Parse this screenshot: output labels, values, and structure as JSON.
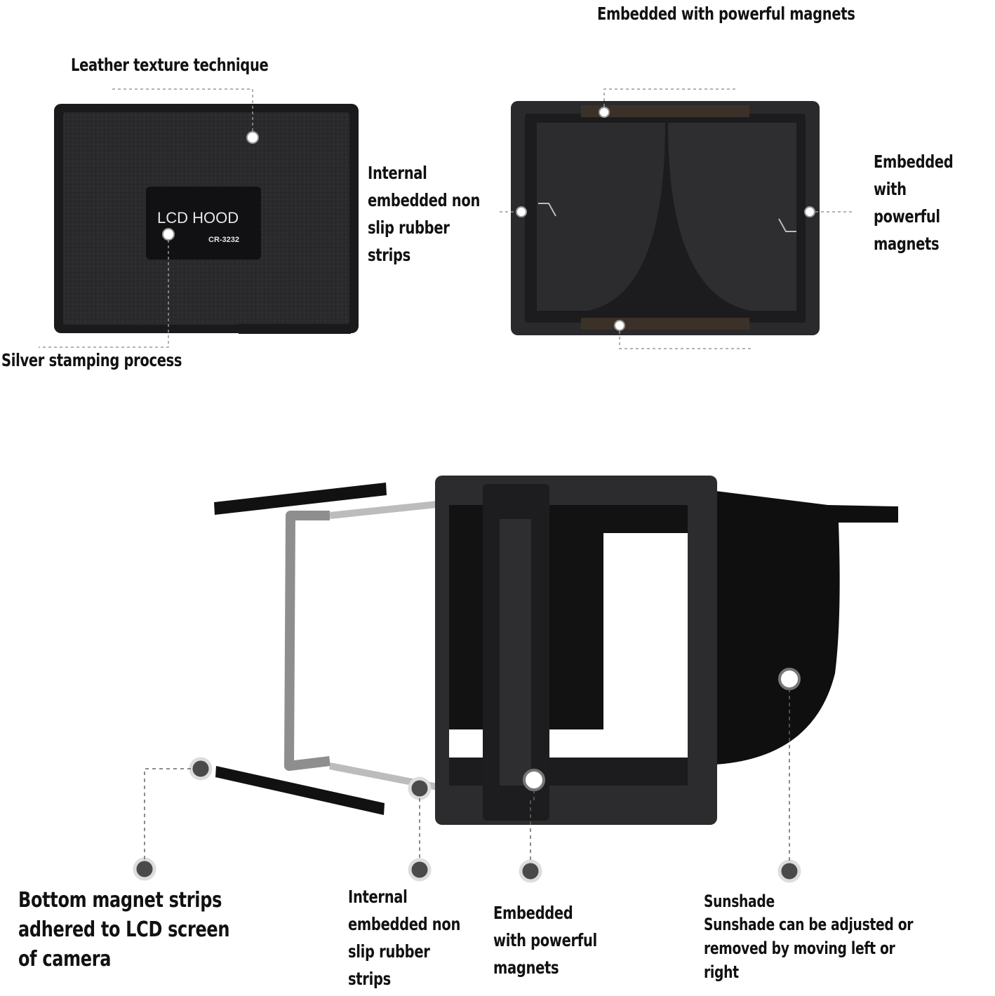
{
  "labels": {
    "leather_texture": "Leather texture technique",
    "silver_stamping": "Silver stamping process",
    "top_magnets": "Embedded with powerful magnets",
    "side_magnets": "Embedded\nwith powerful\nmagnets",
    "internal_strips_top": "Internal\nembedded non\nslip rubber\nstrips",
    "bottom_magnet_strips": "Bottom magnet strips\nadhered to LCD screen\nof camera",
    "internal_strips_bottom": "Internal\nembedded non\nslip rubber\nstrips",
    "bottom_magnets": "Embedded\nwith powerful\nmagnets",
    "sunshade_title": "Sunshade",
    "sunshade_desc": "Sunshade can be adjusted or\nremoved by moving left or\nright"
  },
  "product": {
    "badge_title": "LCD HOOD",
    "badge_model": "CR-3232"
  },
  "colors": {
    "hood_body": "#2b2b2d",
    "frame": "#1d1d1f",
    "rubber_strip": "#9a9a9a",
    "magnet_strip": "#151515",
    "callout_dot": "#4a4a4a"
  }
}
